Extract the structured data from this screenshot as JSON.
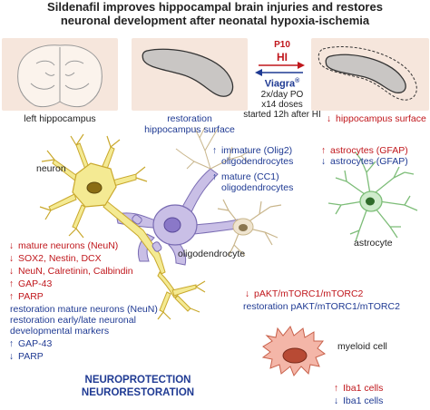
{
  "title": {
    "line1": "Sildenafil improves hippocampal brain injuries and restores",
    "line2": "neuronal development after neonatal hypoxia-ischemia"
  },
  "top_panels": {
    "left_caption": "left hippocampus",
    "middle_caption_1": "restoration",
    "middle_caption_2": "hippocampus surface",
    "p10": "P10",
    "hi": "HI",
    "viagra": "Viagra",
    "viagra_reg": "®",
    "dose_1": "2x/day PO",
    "dose_2": "x14 doses",
    "dose_3": "started 12h after HI",
    "right_caption": "hippocampus surface"
  },
  "cells": {
    "neuron": "neuron",
    "oligodendrocyte": "oligodendrocyte",
    "astrocyte": "astrocyte",
    "myeloid": "myeloid cell"
  },
  "oligo_markers": {
    "m1_line1": "immature (Olig2)",
    "m1_line2": "oligodendrocytes",
    "m2_line1": "mature (CC1)",
    "m2_line2": "oligodendrocytes"
  },
  "astro_markers": {
    "a1": "astrocytes (GFAP)",
    "a2": "astrocytes (GFAP)"
  },
  "neuron_markers": {
    "n1": "mature neurons (NeuN)",
    "n2": "SOX2, Nestin, DCX",
    "n3": "NeuN, Calretinin, Calbindin",
    "n4": "GAP-43",
    "n5": "PARP",
    "r1": "restoration mature neurons (NeuN)",
    "r2": "restoration early/late neuronal",
    "r3": "developmental markers",
    "r4": "GAP-43",
    "r5": "PARP"
  },
  "pakt": {
    "p1": "pAKT/mTORC1/mTORC2",
    "p2": "restoration pAKT/mTORC1/mTORC2"
  },
  "iba": {
    "i1": "Iba1 cells",
    "i2": "Iba1 cells"
  },
  "bottom": {
    "line1": "NEUROPROTECTION",
    "line2": "NEURORESTORATION"
  },
  "colors": {
    "red": "#c0171c",
    "blue": "#1f3a93",
    "neuron_fill": "#f4ea93",
    "oligo_fill": "#c9bfe6",
    "astro_fill": "#cfeccc",
    "myeloid_fill": "#f4b6a8"
  }
}
